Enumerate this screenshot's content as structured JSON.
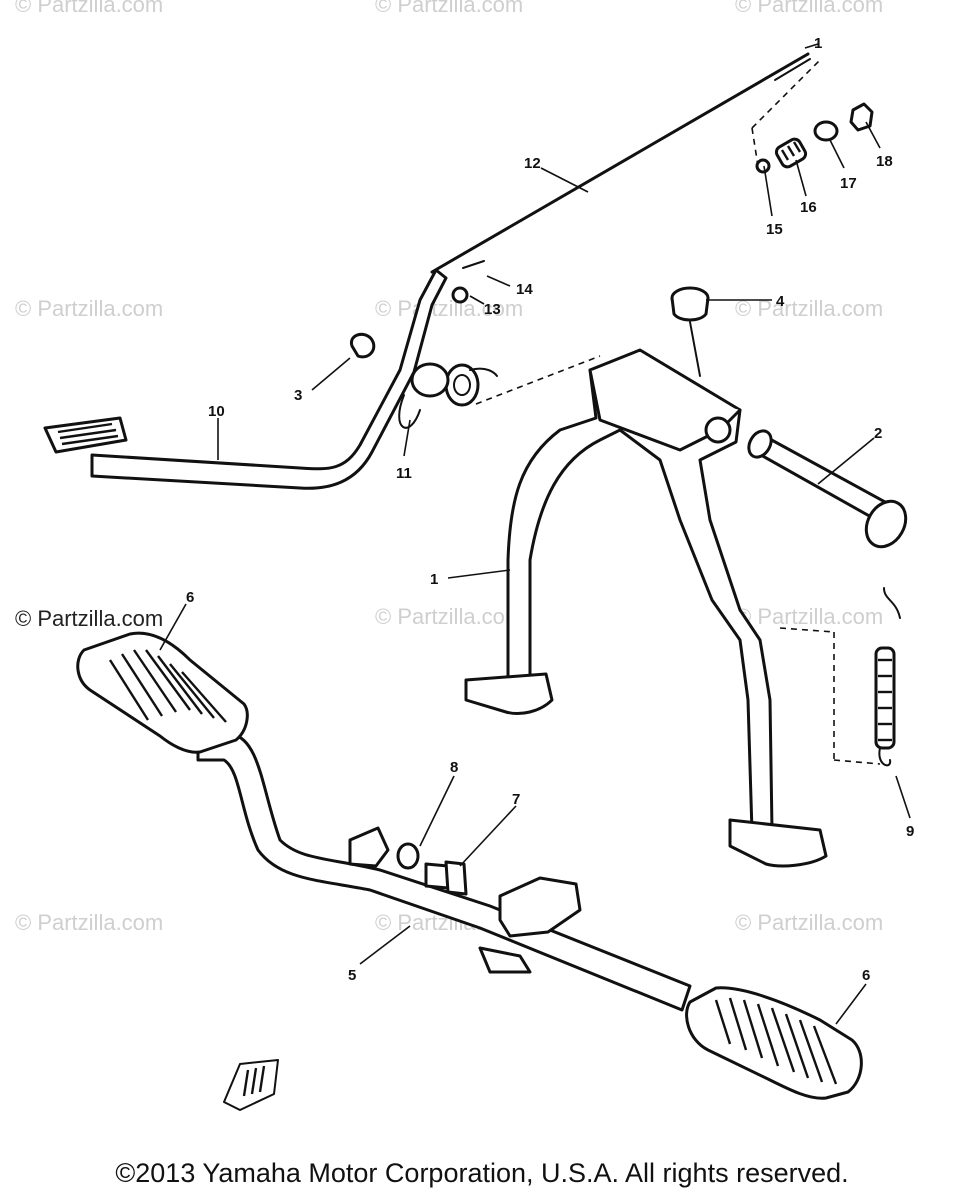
{
  "watermarks": {
    "text": "© Partzilla.com",
    "strong_text": "© Partzilla.com"
  },
  "callouts": {
    "c1": "1",
    "c2": "2",
    "c3": "3",
    "c4": "4",
    "c5": "5",
    "c6a": "6",
    "c6b": "6",
    "c7": "7",
    "c8": "8",
    "c9": "9",
    "c10": "10",
    "c11": "11",
    "c12": "12",
    "c13": "13",
    "c14": "14",
    "c15": "15",
    "c16": "16",
    "c17": "17",
    "c18": "18",
    "c1top": "1"
  },
  "footer": {
    "copyright": "©2013 Yamaha Motor Corporation, U.S.A. All rights reserved."
  }
}
